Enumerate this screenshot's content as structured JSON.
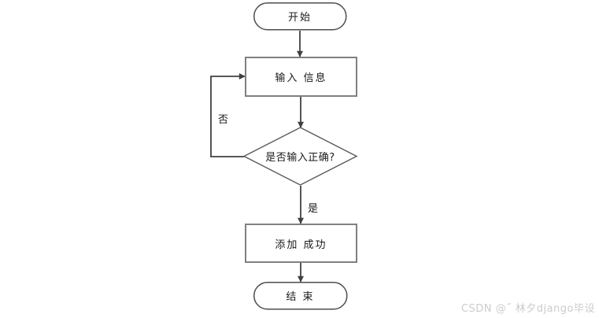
{
  "flowchart": {
    "title": "add-record-flowchart",
    "nodes": {
      "start": {
        "type": "terminator",
        "label": "开始"
      },
      "input": {
        "type": "process",
        "label": "输入 信息"
      },
      "decision": {
        "type": "decision",
        "label": "是否输入正确?"
      },
      "success": {
        "type": "process",
        "label": "添加 成功"
      },
      "end": {
        "type": "terminator",
        "label": "结 束"
      }
    },
    "edge_labels": {
      "no": "否",
      "yes": "是"
    },
    "edges": [
      {
        "from": "start",
        "to": "input",
        "label": ""
      },
      {
        "from": "input",
        "to": "decision",
        "label": ""
      },
      {
        "from": "decision",
        "to": "input",
        "label": "否"
      },
      {
        "from": "decision",
        "to": "success",
        "label": "是"
      },
      {
        "from": "success",
        "to": "end",
        "label": ""
      }
    ]
  },
  "watermark": {
    "text": "CSDN @˝ 林夕django毕设"
  },
  "colors": {
    "line": "#404040",
    "process_border": "#808080",
    "terminator_border": "#4d4d4d",
    "decision_border": "#595959",
    "text": "#1a1a1a",
    "watermark": "#cccccc",
    "background": "#ffffff"
  }
}
